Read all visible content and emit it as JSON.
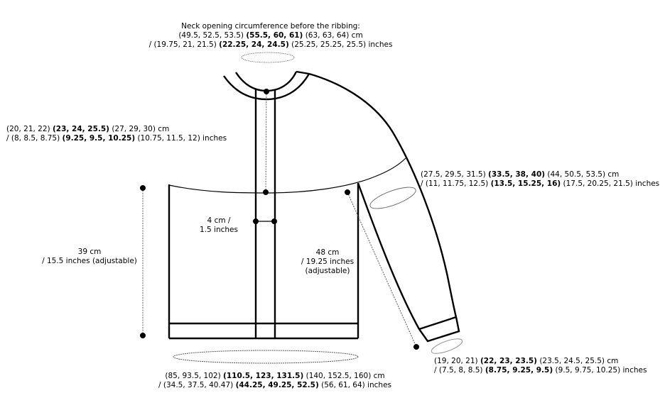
{
  "diagram": {
    "type": "knitting-schematic-cardigan",
    "stroke_color": "#000000",
    "guide_color": "#888888"
  },
  "labels": {
    "neck_opening": {
      "title": "Neck opening circumference before the ribbing:",
      "cm": {
        "pre": "(49.5, 52.5, 53.5) ",
        "bold": "(55.5, 60, 61)",
        "post": " (63, 63, 64) cm"
      },
      "in": {
        "pre": "/ (19.75, 21, 21.5) ",
        "bold": "(22.25, 24, 24.5)",
        "post": " (25.25, 25.25, 25.5) inches"
      }
    },
    "yoke_depth": {
      "cm": {
        "pre": "(20, 21, 22) ",
        "bold": "(23, 24, 25.5)",
        "post": " (27, 29, 30) cm"
      },
      "in": {
        "pre": "/ (8, 8.5, 8.75) ",
        "bold": "(9.25, 9.5, 10.25)",
        "post": " (10.75, 11.5, 12) inches"
      }
    },
    "upper_arm": {
      "cm": {
        "pre": "(27.5, 29.5, 31.5) ",
        "bold": "(33.5, 38, 40)",
        "post": " (44, 50.5, 53.5) cm"
      },
      "in": {
        "pre": "/ (11, 11.75, 12.5) ",
        "bold": "(13.5, 15.25, 16)",
        "post": " (17.5, 20.25, 21.5) inches"
      }
    },
    "wrist": {
      "cm": {
        "pre": "(19, 20, 21) ",
        "bold": "(22, 23, 23.5)",
        "post": " (23.5, 24.5, 25.5) cm"
      },
      "in": {
        "pre": "/ (7.5, 8, 8.5) ",
        "bold": "(8.75, 9.25, 9.5)",
        "post": " (9.5, 9.75, 10.25) inches"
      }
    },
    "body_circumference": {
      "cm": {
        "pre": "(85, 93.5, 102) ",
        "bold": "(110.5, 123, 131.5)",
        "post": " (140, 152.5, 160) cm"
      },
      "in": {
        "pre": "/ (34.5, 37.5, 40.47) ",
        "bold": "(44.25, 49.25, 52.5)",
        "post": " (56, 61, 64) inches"
      }
    },
    "body_length": {
      "line1": "39 cm",
      "line2": "/ 15.5 inches (adjustable)"
    },
    "button_band": {
      "line1": "4 cm /",
      "line2": "1.5 inches"
    },
    "sleeve_length": {
      "line1": "48 cm",
      "line2": "/ 19.25 inches",
      "line3": "(adjustable)"
    }
  }
}
